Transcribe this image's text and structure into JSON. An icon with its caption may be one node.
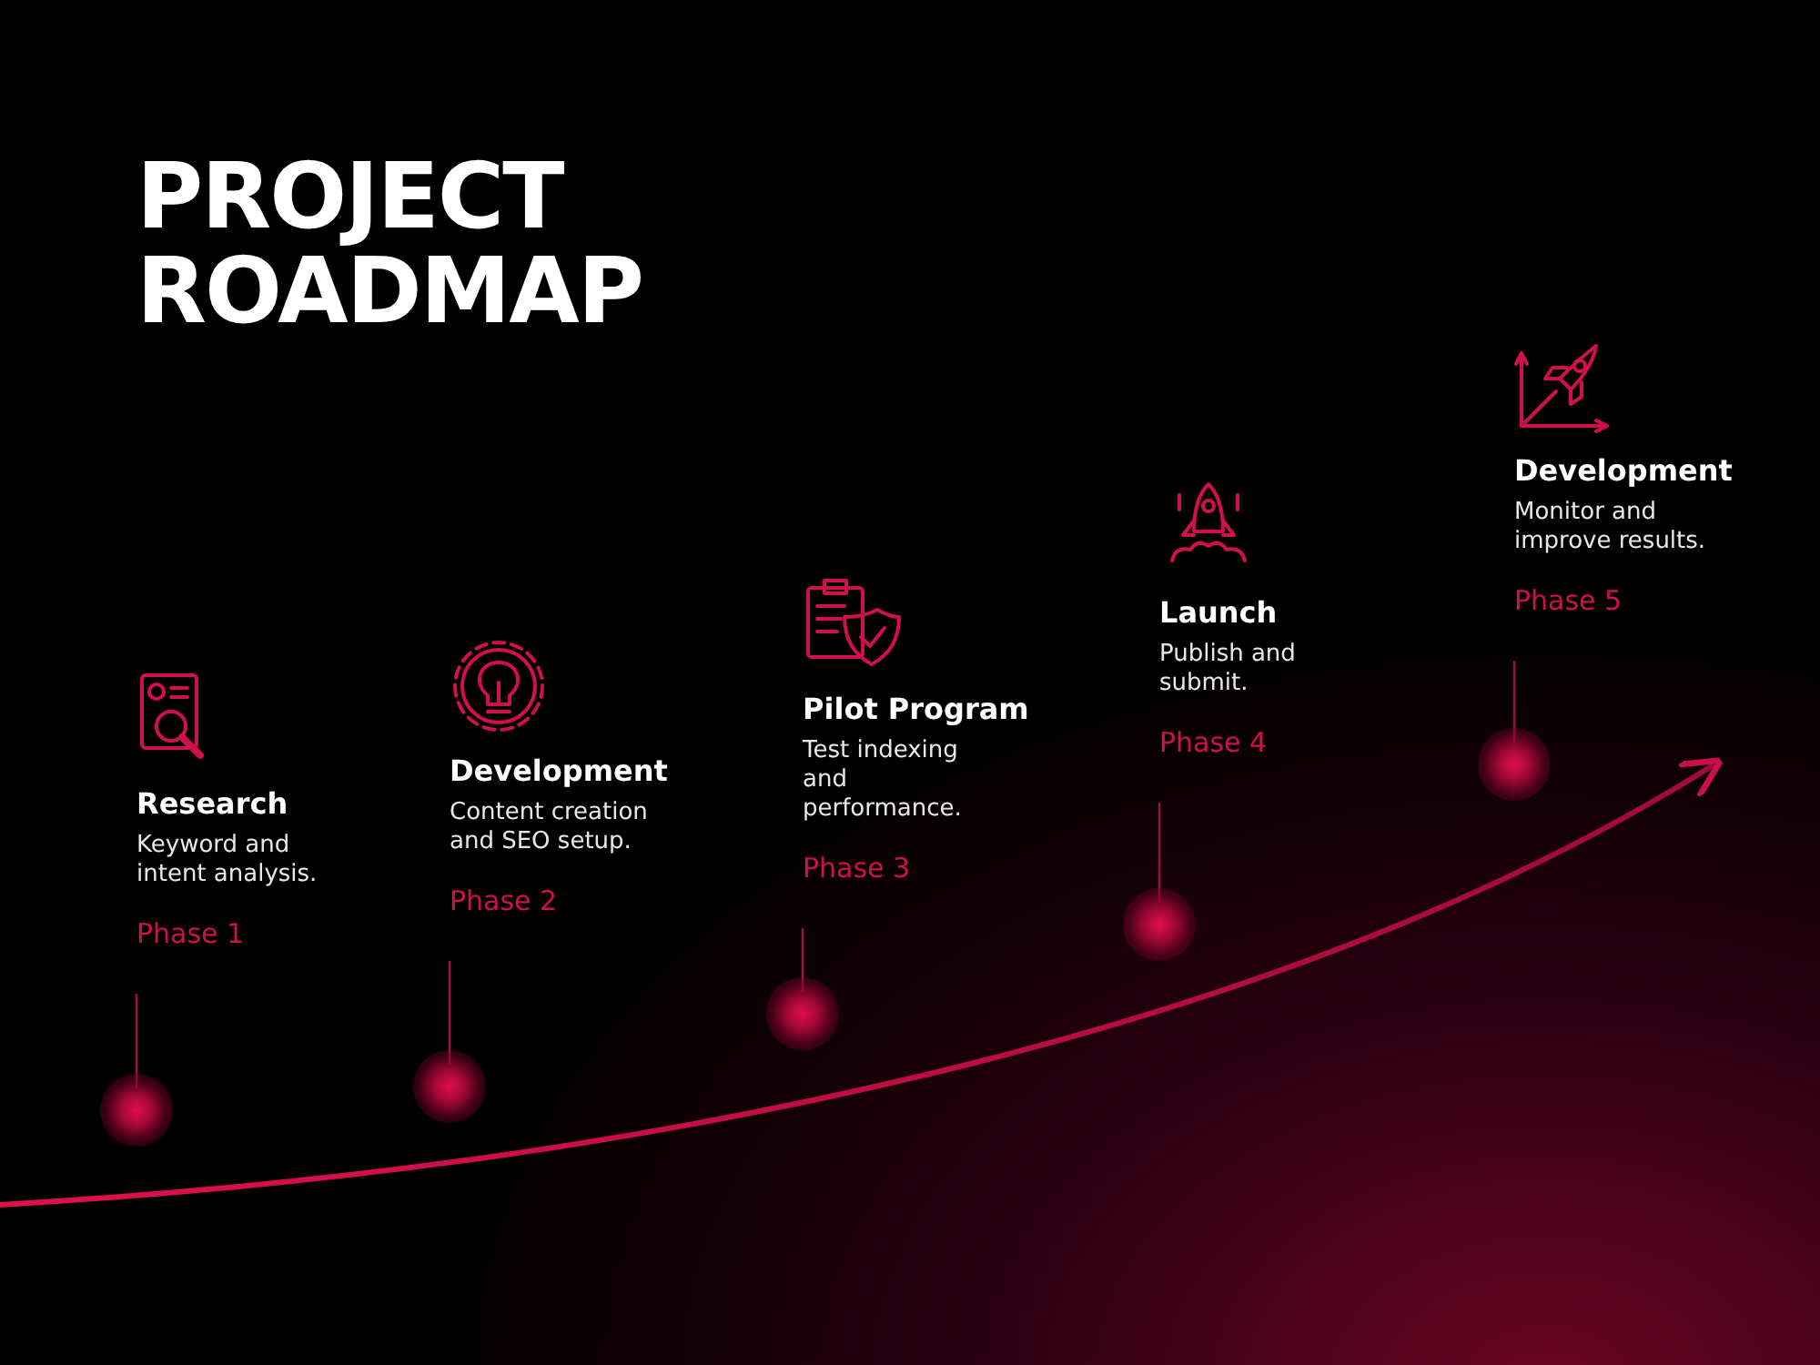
{
  "diagram": {
    "title": "PROJECT ROADMAP",
    "nodes": [
      {
        "text": [
          "Research",
          "Keyword and intent analysis.",
          "Phase 1"
        ]
      },
      {
        "text": [
          "Development",
          "Content creation and SEO setup.",
          "Phase 2"
        ]
      },
      {
        "text": [
          "Pilot Program",
          "Test indexing and performance.",
          "Phase 3"
        ]
      },
      {
        "text": [
          "Launch",
          "Publish and submit.",
          "Phase 4"
        ]
      },
      {
        "text": [
          "Development",
          "Monitor and improve results.",
          "Phase 5"
        ]
      },
      {
        "text": [],
        "shape": "circle"
      },
      {
        "text": [],
        "shape": "circle"
      },
      {
        "text": [],
        "shape": "circle"
      },
      {
        "text": [],
        "shape": "circle"
      },
      {
        "text": [],
        "shape": "circle"
      }
    ],
    "edges": [
      {
        "from": 0,
        "to": 5,
        "arrow": "none"
      },
      {
        "from": 1,
        "to": 6,
        "arrow": "none"
      },
      {
        "from": 2,
        "to": 7,
        "arrow": "none"
      },
      {
        "from": 3,
        "to": 8,
        "arrow": "none"
      },
      {
        "from": 4,
        "to": 9,
        "arrow": "none"
      }
    ]
  }
}
